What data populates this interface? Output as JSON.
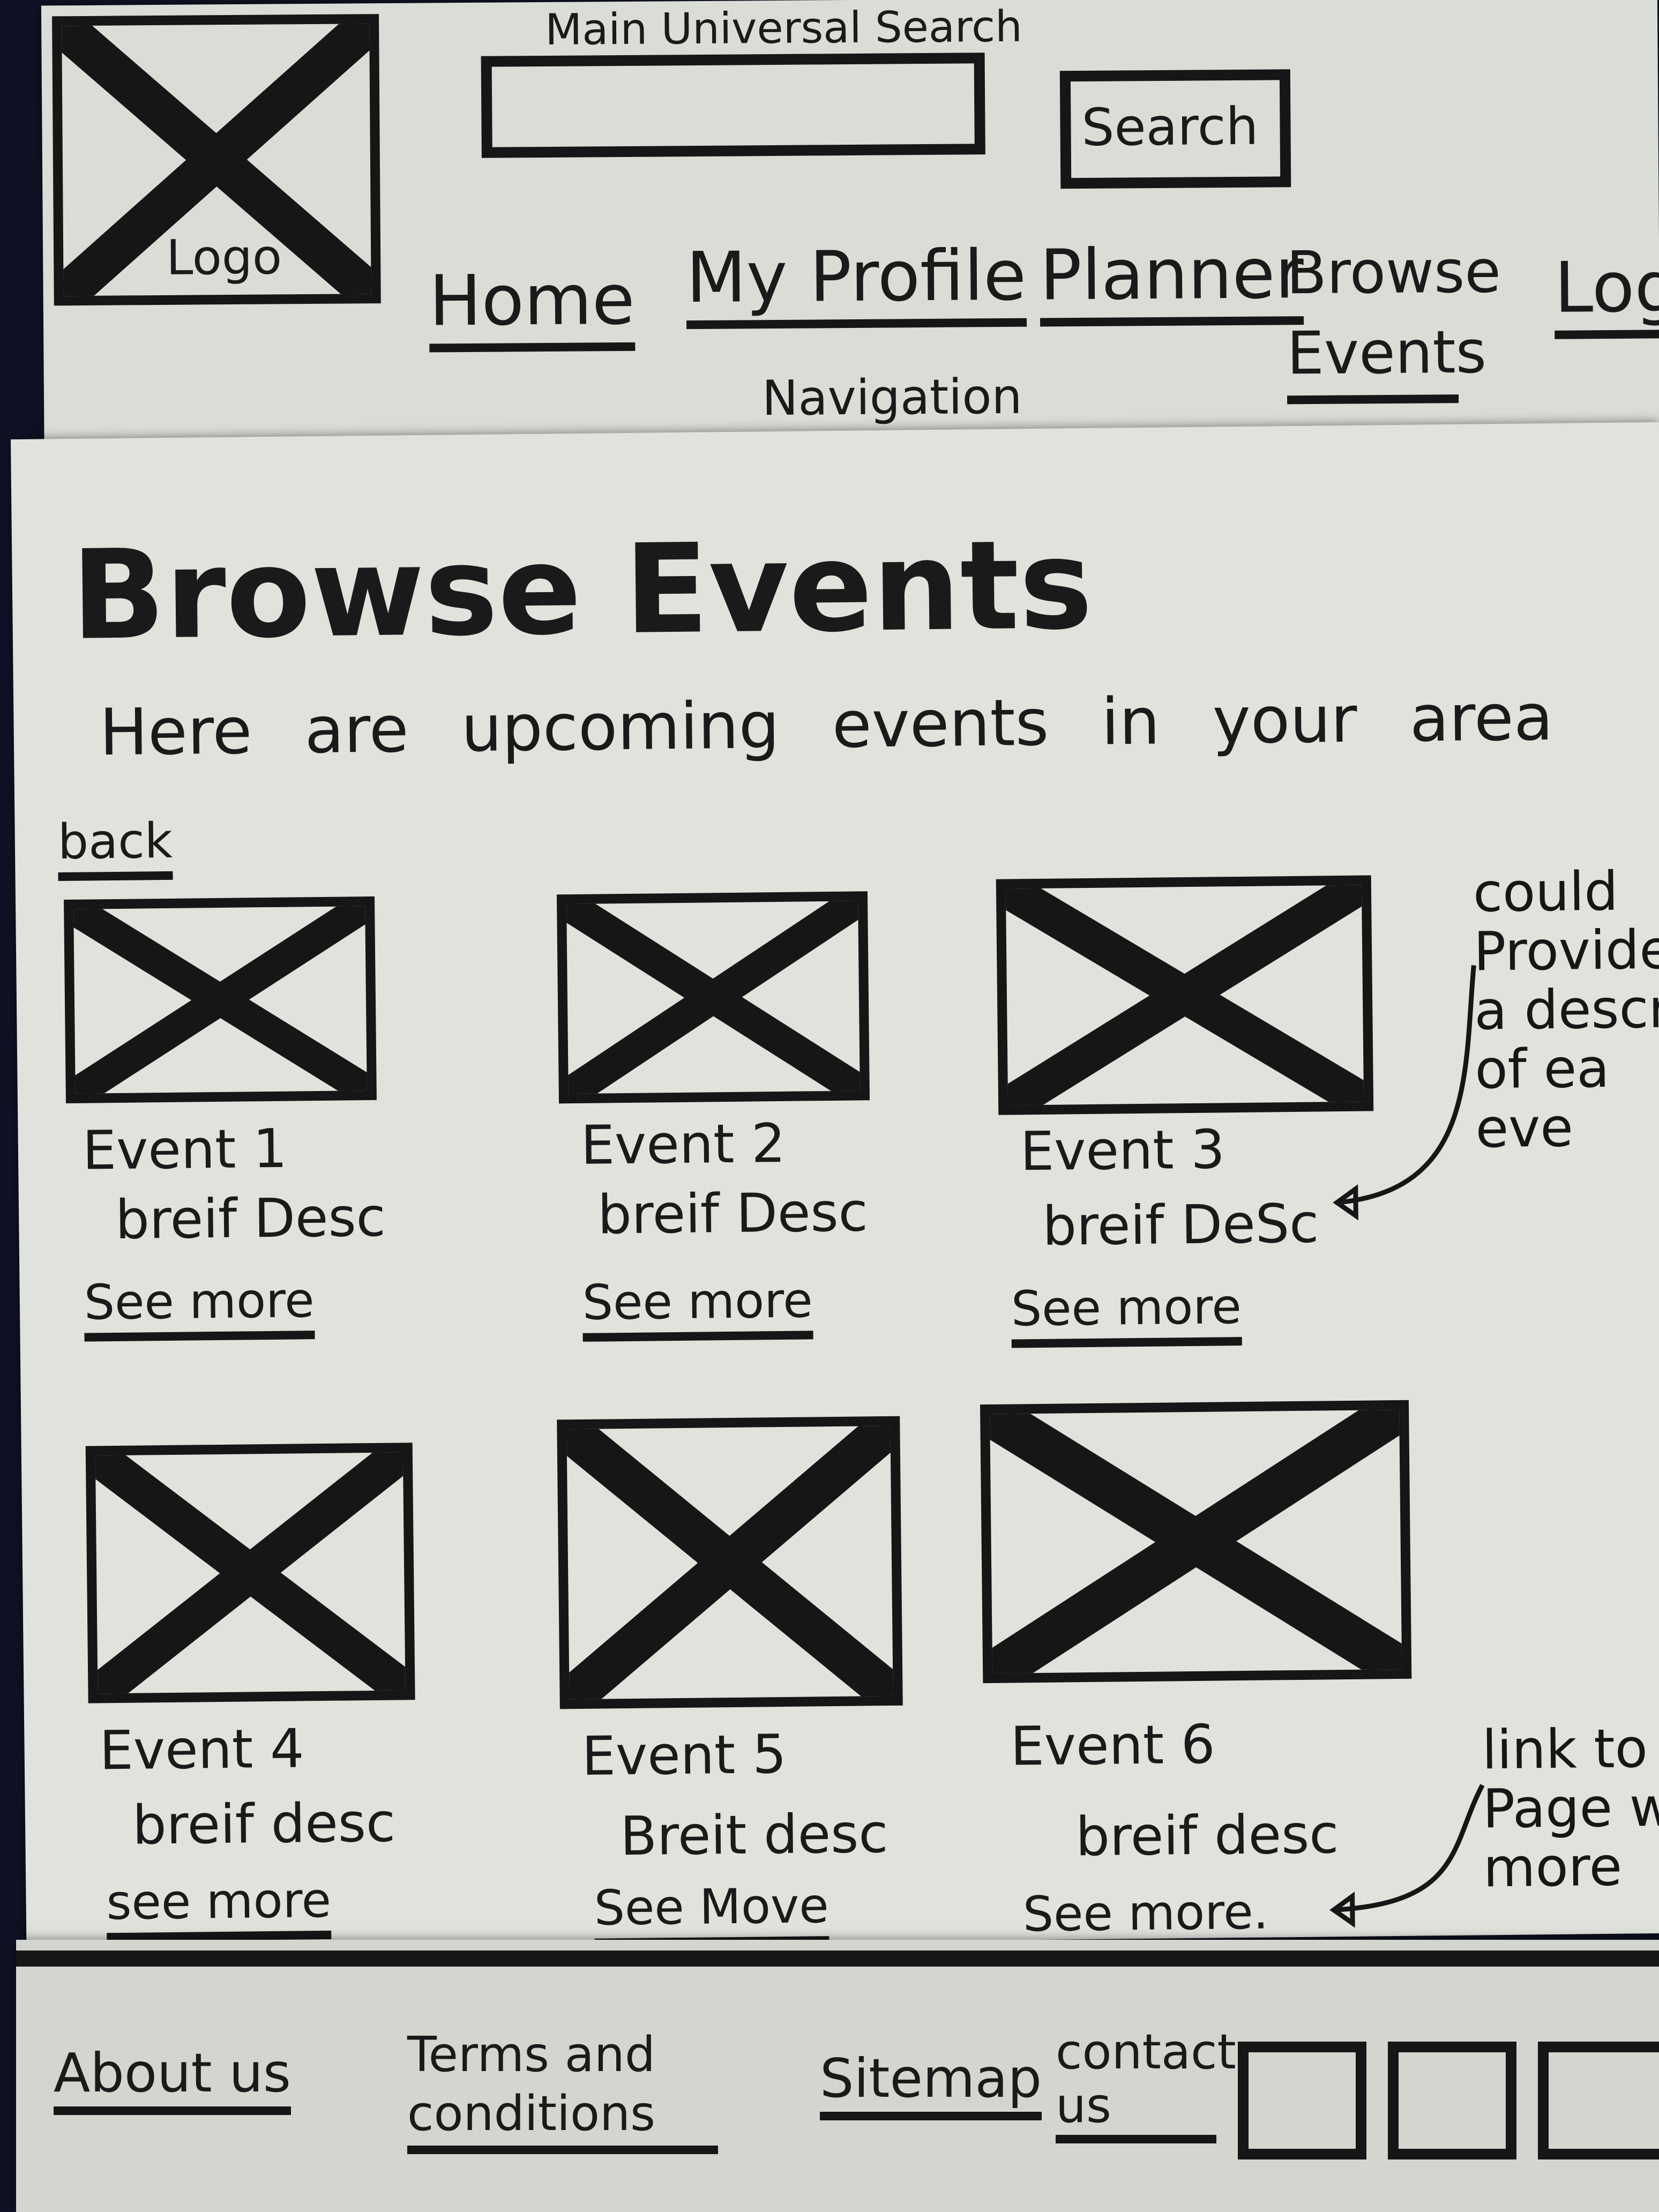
{
  "header": {
    "logo_label": "Logo",
    "search_label": "Main Universal Search",
    "search_button": "Search",
    "nav_caption": "Navigation",
    "nav": [
      {
        "label": "Home"
      },
      {
        "label": "My Profile"
      },
      {
        "label": "Planner"
      },
      {
        "label": "Browse Events"
      },
      {
        "label": "Logo"
      }
    ]
  },
  "main": {
    "title": "Browse Events",
    "subtitle": "Here are upcoming events in your area",
    "back_link": "back",
    "events": [
      {
        "name": "Event 1",
        "desc": "breif Desc",
        "link": "See more"
      },
      {
        "name": "Event 2",
        "desc": "breif Desc",
        "link": "See more"
      },
      {
        "name": "Event 3",
        "desc": "breif DeSc",
        "link": "See more"
      },
      {
        "name": "Event 4",
        "desc": "breif desc",
        "link": "see more"
      },
      {
        "name": "Event 5",
        "desc": "Breit desc",
        "link": "See Move"
      },
      {
        "name": "Event 6",
        "desc": "breif desc",
        "link": "See more."
      }
    ],
    "notes": [
      "could Provide a descr of ea eve",
      "link to Page wi more"
    ]
  },
  "footer": {
    "links": [
      "About us",
      "Terms and conditions",
      "Sitemap",
      "contact us"
    ]
  }
}
